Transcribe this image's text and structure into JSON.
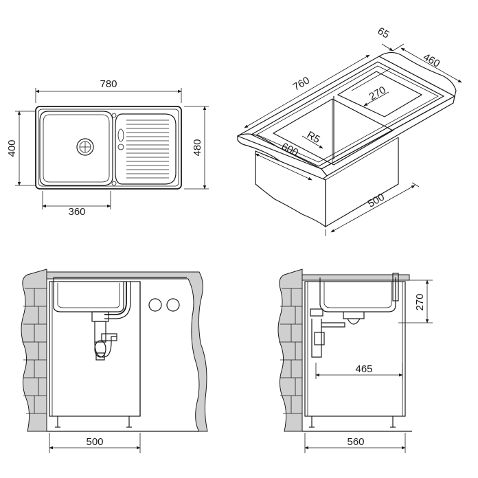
{
  "top_view": {
    "width_label": "780",
    "depth_label": "480",
    "bowl_depth_label": "400",
    "bowl_width_label": "360"
  },
  "iso_view": {
    "length_label": "760",
    "depth_label": "600",
    "radius_label": "R5",
    "bowl_label": "270",
    "rim_label": "65",
    "side_label": "460",
    "cabinet_label": "500"
  },
  "front_section": {
    "cabinet_width_label": "500"
  },
  "side_section": {
    "height_label": "270",
    "drain_label": "465",
    "cabinet_depth_label": "560"
  },
  "colors": {
    "line": "#1a1a1a",
    "wall_fill": "#cfcfcf",
    "background": "#ffffff"
  }
}
